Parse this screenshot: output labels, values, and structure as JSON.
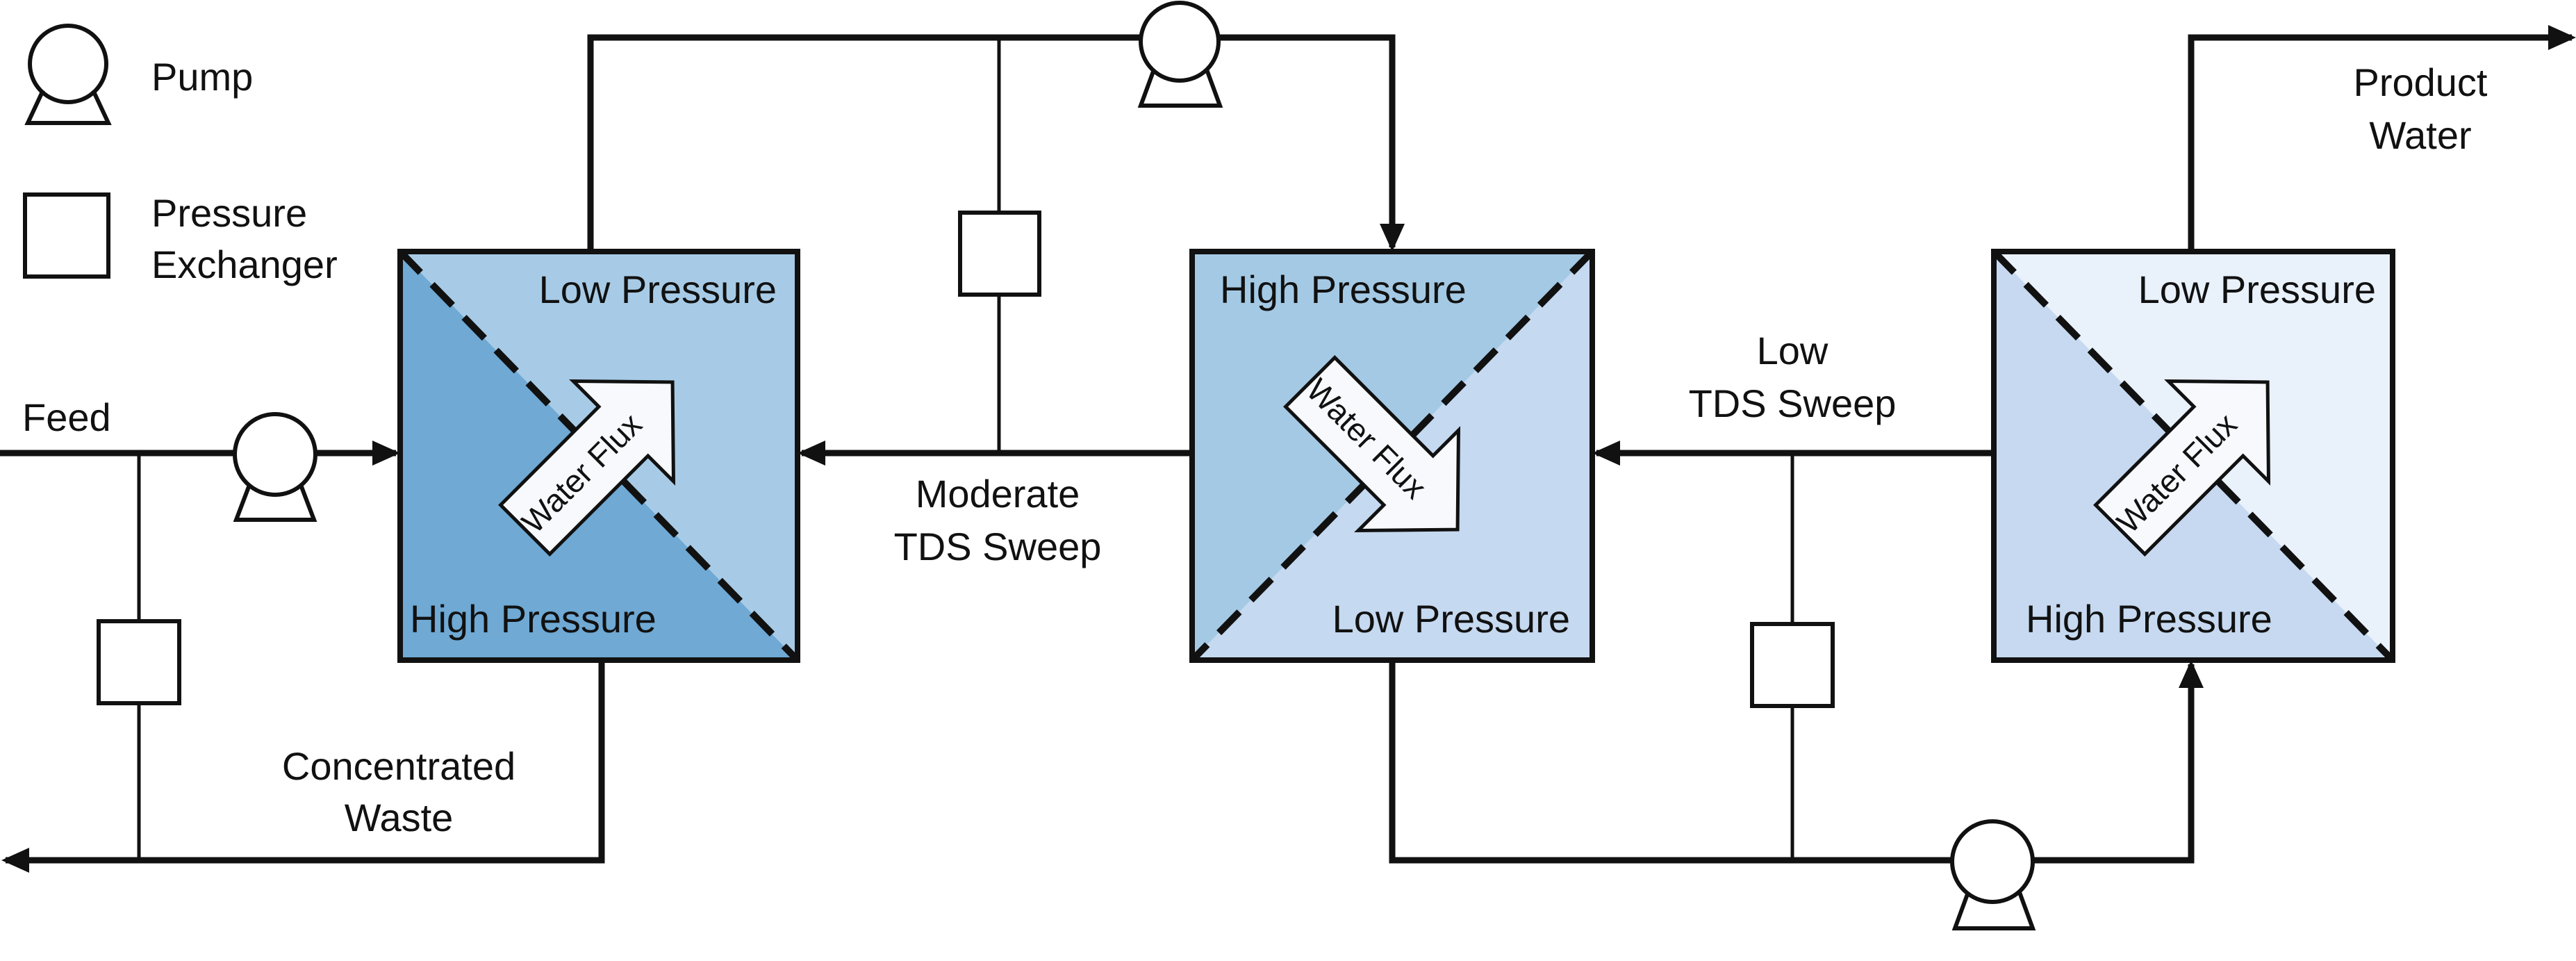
{
  "legend": {
    "pump_label": "Pump",
    "pressure_exchanger_label": [
      "Pressure",
      "Exchanger"
    ]
  },
  "streams": {
    "feed": "Feed",
    "concentrated_waste": [
      "Concentrated",
      "Waste"
    ],
    "moderate_sweep": [
      "Moderate",
      "TDS Sweep"
    ],
    "low_sweep": [
      "Low",
      "TDS Sweep"
    ],
    "product_water": [
      "Product",
      "Water"
    ]
  },
  "modules": [
    {
      "top_label": "Low Pressure",
      "bottom_label": "High Pressure",
      "flux_label": "Water Flux",
      "high_color": "#6fa9d4",
      "low_color": "#a7cbe6"
    },
    {
      "top_label": "High Pressure",
      "bottom_label": "Low Pressure",
      "flux_label": "Water Flux",
      "high_color": "#a4c9e4",
      "low_color": "#c5d9f0"
    },
    {
      "top_label": "Low Pressure",
      "bottom_label": "High Pressure",
      "flux_label": "Water Flux",
      "high_color": "#c6d9f0",
      "low_color": "#e9f1fb"
    }
  ],
  "colors": {
    "line": "#111111",
    "background": "#ffffff"
  }
}
